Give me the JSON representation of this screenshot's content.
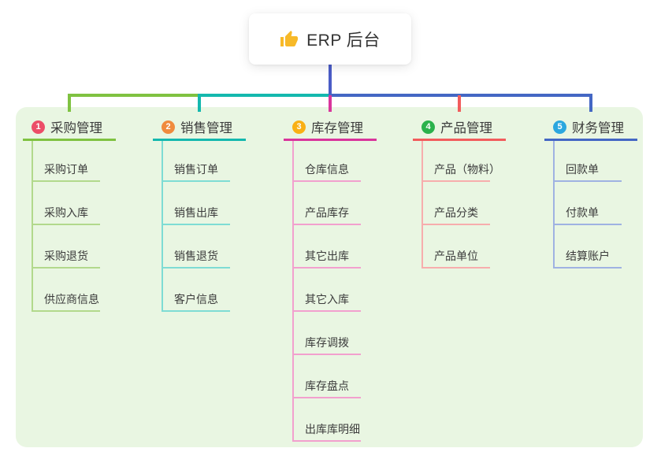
{
  "root": {
    "label": "ERP 后台",
    "icon": "thumbs-up-icon",
    "icon_color": "#f7b928"
  },
  "branches": [
    {
      "index": "1",
      "label": "采购管理",
      "color": "#7fc241",
      "light_color": "#b2d98c",
      "badge_color": "#ec4e68",
      "children": [
        "采购订单",
        "采购入库",
        "采购退货",
        "供应商信息"
      ]
    },
    {
      "index": "2",
      "label": "销售管理",
      "color": "#14b8ae",
      "light_color": "#7edcd4",
      "badge_color": "#f08b3e",
      "children": [
        "销售订单",
        "销售出库",
        "销售退货",
        "客户信息"
      ]
    },
    {
      "index": "3",
      "label": "库存管理",
      "color": "#d9359c",
      "light_color": "#f2a0ce",
      "badge_color": "#f9b014",
      "children": [
        "仓库信息",
        "产品库存",
        "其它出库",
        "其它入库",
        "库存调拨",
        "库存盘点",
        "出库库明细"
      ]
    },
    {
      "index": "4",
      "label": "产品管理",
      "color": "#f25c5c",
      "light_color": "#f7adad",
      "badge_color": "#2bb24c",
      "children": [
        "产品（物料）",
        "产品分类",
        "产品单位"
      ]
    },
    {
      "index": "5",
      "label": "财务管理",
      "color": "#4467c4",
      "light_color": "#9fb2e2",
      "badge_color": "#2ba7df",
      "children": [
        "回款单",
        "付款单",
        "结算账户"
      ]
    }
  ],
  "colors": {
    "panel_bg": "#e9f6e2",
    "root_line": "#4a5cc6",
    "text": "#3c3c3c"
  }
}
